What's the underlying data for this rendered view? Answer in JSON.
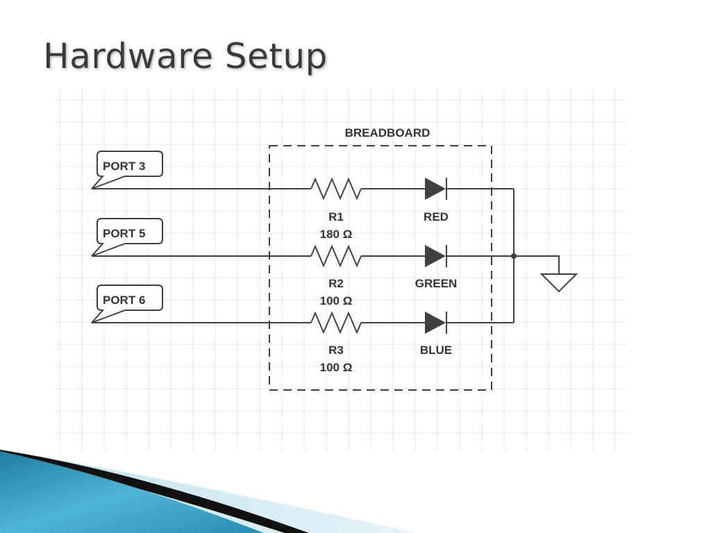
{
  "title": "Hardware Setup",
  "diagram": {
    "breadboard_label": "BREADBOARD",
    "ports": [
      {
        "label": "PORT 3"
      },
      {
        "label": "PORT 5"
      },
      {
        "label": "PORT 6"
      }
    ],
    "resistors": [
      {
        "name": "R1",
        "value": "180 Ω"
      },
      {
        "name": "R2",
        "value": "100 Ω"
      },
      {
        "name": "R3",
        "value": "100 Ω"
      }
    ],
    "leds": [
      {
        "label": "RED"
      },
      {
        "label": "GREEN"
      },
      {
        "label": "BLUE"
      }
    ]
  },
  "colors": {
    "wire": "#404040",
    "grid": "#e3e3e3",
    "title": "#3a3a3a",
    "accent": "#3a9fc0"
  }
}
